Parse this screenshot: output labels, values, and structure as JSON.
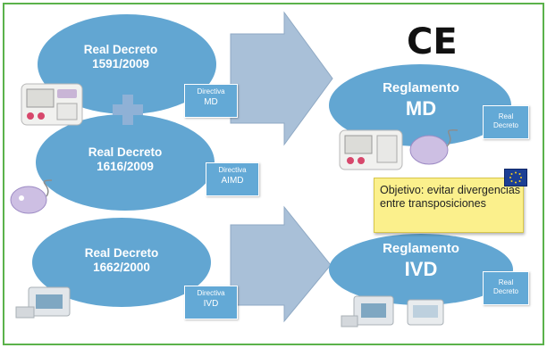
{
  "mark": {
    "ce": "CE"
  },
  "left": {
    "rd1": {
      "line1": "Real Decreto",
      "line2": "1591/2009"
    },
    "rd2": {
      "line1": "Real Decreto",
      "line2": "1616/2009"
    },
    "rd3": {
      "line1": "Real Decreto",
      "line2": "1662/2000"
    },
    "d1": {
      "small": "Directiva",
      "big": "MD"
    },
    "d2": {
      "small": "Directiva",
      "big": "AIMD"
    },
    "d3": {
      "small": "Directiva",
      "big": "IVD"
    },
    "plus": "+"
  },
  "right": {
    "reg1": {
      "line1": "Reglamento",
      "line2": "MD"
    },
    "reg2": {
      "line1": "Reglamento",
      "line2": "IVD"
    },
    "rd_box1": {
      "line1": "Real",
      "line2": "Decreto"
    },
    "rd_box2": {
      "line1": "Real",
      "line2": "Decreto"
    }
  },
  "objective": {
    "text": "Objetivo: evitar divergencias entre transposiciones"
  },
  "colors": {
    "ellipse": "#62a6d2",
    "arrow": "#a9c0d8",
    "objective": "#fbf08c",
    "frame": "#5bb24b",
    "eu_flag": "#1c3f94"
  },
  "icons": [
    "medical-device-icon",
    "pacemaker-icon",
    "lab-equipment-icon",
    "eu-flag-icon",
    "ce-mark"
  ]
}
